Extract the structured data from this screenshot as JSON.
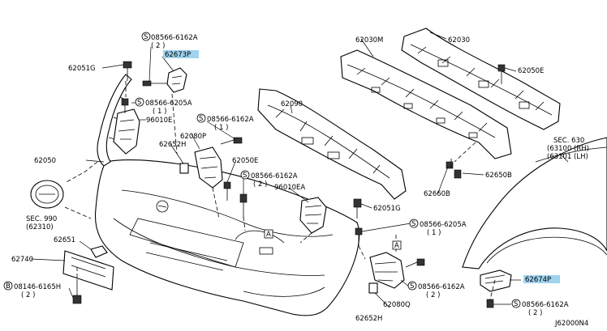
{
  "labels": {
    "s_08566_6162a_top": "08566-6162A",
    "s_08566_6162a_top_qty": "( 2 )",
    "p_62673p": "62673P",
    "p_62051g_left": "62051G",
    "s_08566_6205a_top": "08566-6205A",
    "s_08566_6205a_top_qty": "( 1 )",
    "p_96010e": "96010E",
    "p_62080p": "62080P",
    "s_08566_6162a_mid": "08566-6162A",
    "s_08566_6162a_mid_qty": "( 1 )",
    "p_62652h_top": "62652H",
    "p_62050": "62050",
    "p_62050e": "62050E",
    "s_08566_6162a_center": "08566-6162A",
    "s_08566_6162a_center_qty": "( 2 )",
    "p_96010ea": "96010EA",
    "p_62051g_right": "62051G",
    "sec_990": "SEC. 990",
    "sec_990_ref": "(62310)",
    "p_62651": "62651",
    "p_62740": "62740",
    "b_08146_6165h": "08146-6165H",
    "b_08146_6165h_qty": "( 2 )",
    "p_62030m": "62030M",
    "p_62030": "62030",
    "p_62050e_right": "62050E",
    "p_62090": "62090",
    "p_62650b": "62650B",
    "p_62660b": "62660B",
    "s_08566_6205a_right": "08566-6205A",
    "s_08566_6205a_right_qty": "( 1 )",
    "s_08566_6162a_low": "08566-6162A",
    "s_08566_6162a_low_qty": "( 2 )",
    "p_62080q": "62080Q",
    "p_62652h_bottom": "62652H",
    "sec_630": "SEC. 630",
    "sec_630_rh": "(63100 (RH)",
    "sec_630_lh": "(63101 (LH)",
    "p_62674p": "62674P",
    "s_08566_6162a_bottom": "08566-6162A",
    "s_08566_6162a_bottom_qty": "( 2 )",
    "ref_a_left": "A",
    "ref_a_right": "A",
    "diagram_code": "J62000N4",
    "s_symbol": "S",
    "b_symbol": "B"
  },
  "colors": {
    "highlight": "#9fd3ee",
    "line": "#000000",
    "background": "#ffffff"
  },
  "highlighted_parts": [
    "62673P",
    "62674P"
  ]
}
